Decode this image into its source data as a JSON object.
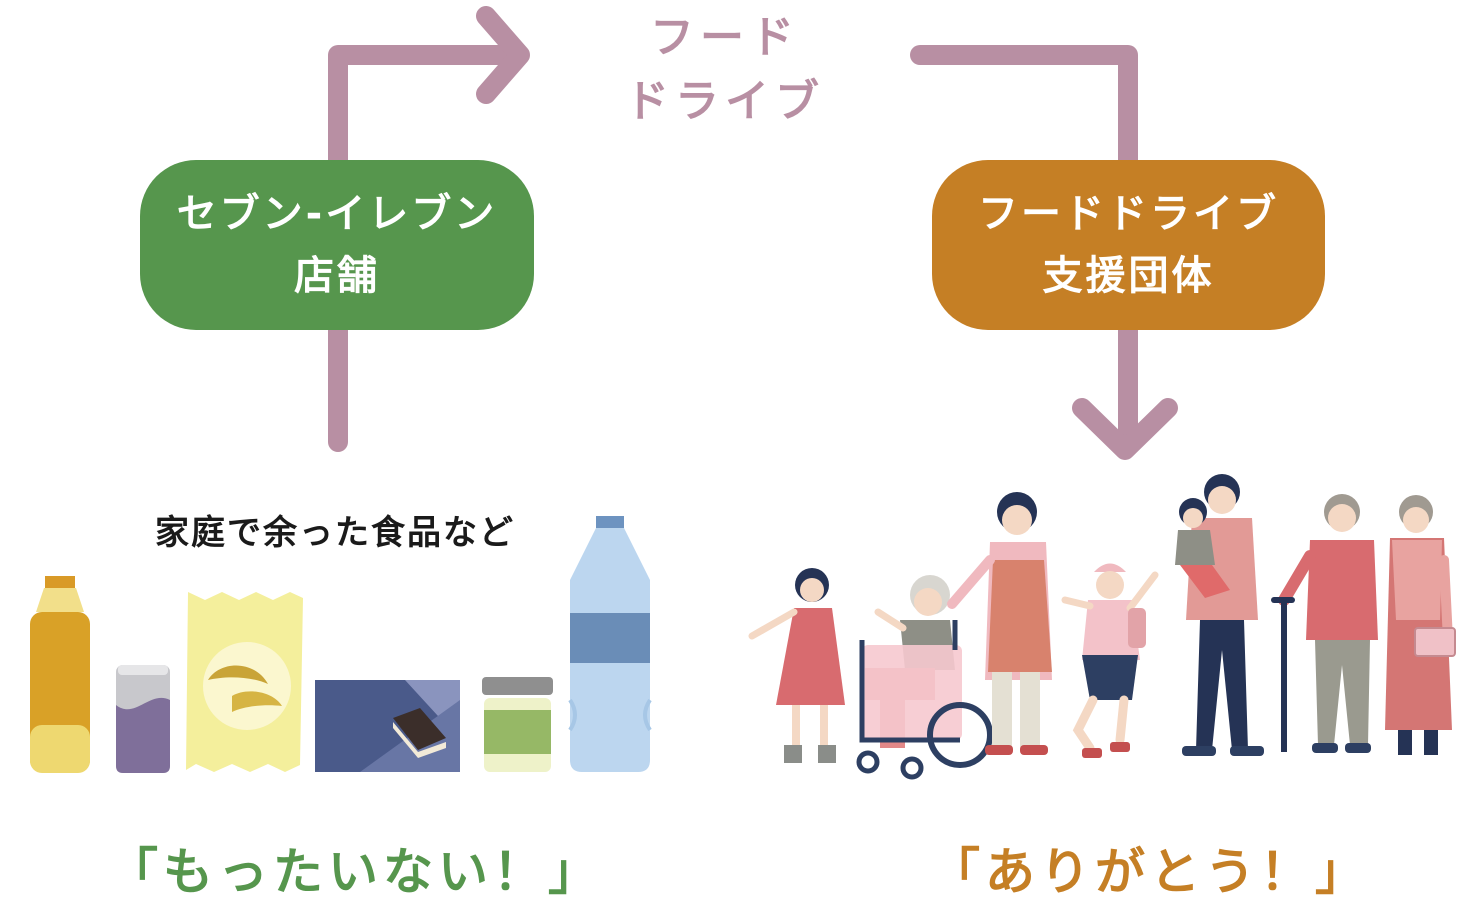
{
  "colors": {
    "arrow": "#b88fa3",
    "store": "#56964d",
    "org": "#c57f25",
    "quote_left": "#56964d",
    "quote_right": "#c57f25",
    "flow_label": "#b88fa3"
  },
  "flow_label": {
    "line1": "フード",
    "line2": "ドライブ"
  },
  "store_box": {
    "line1": "セブン-イレブン",
    "line2": "店舗"
  },
  "org_box": {
    "line1": "フードドライブ",
    "line2": "支援団体"
  },
  "food_caption": "家庭で余った食品など",
  "quote_left": "「もったいない！」",
  "quote_right": "「ありがとう！」",
  "food_items": [
    "juice-bottle-icon",
    "soda-can-icon",
    "chips-bag-icon",
    "cookie-pack-icon",
    "jar-icon",
    "water-bottle-icon"
  ],
  "people": [
    "girl-icon",
    "wheelchair-elder-icon",
    "caregiver-icon",
    "child-jumping-icon",
    "parent-with-baby-icon",
    "elderly-man-cane-icon",
    "elderly-woman-icon"
  ]
}
